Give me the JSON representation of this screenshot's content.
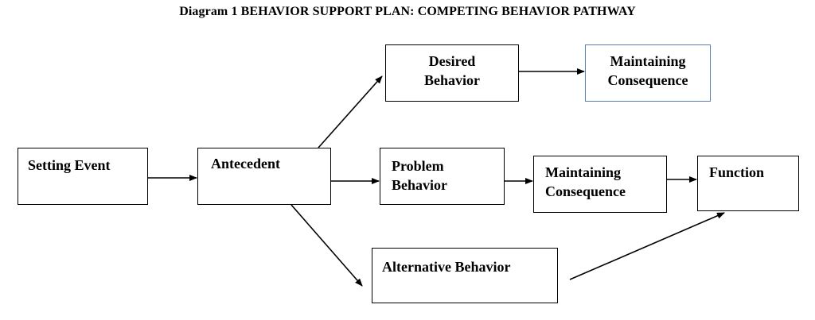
{
  "title": "Diagram 1 BEHAVIOR SUPPORT PLAN: COMPETING BEHAVIOR PATHWAY",
  "nodes": {
    "setting_event": "Setting Event",
    "antecedent": "Antecedent",
    "desired_behavior": "Desired\nBehavior",
    "maintaining_consequence_desired": "Maintaining\nConsequence",
    "problem_behavior": "Problem\nBehavior",
    "maintaining_consequence_problem": "Maintaining\nConsequence",
    "function": "Function",
    "alternative_behavior": "Alternative Behavior"
  },
  "colors": {
    "highlight_border": "#5a7fb0"
  }
}
